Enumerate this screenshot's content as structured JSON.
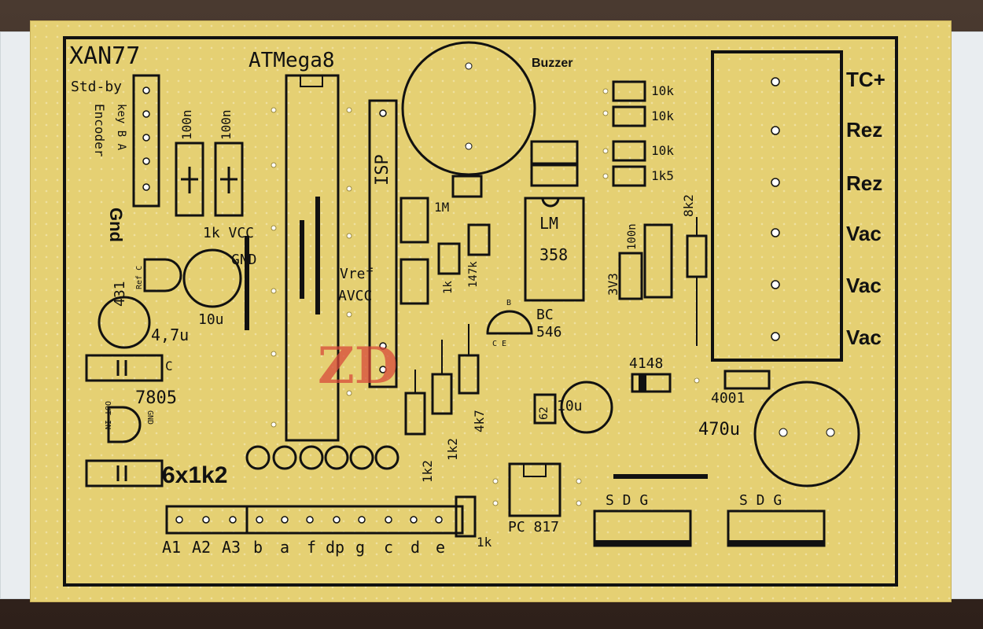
{
  "board": {
    "title": "XAN77",
    "standby": "Std-by",
    "key_b_a": "key B  A",
    "encoder": "Encoder",
    "gnd_left": "Gnd",
    "mcu": "ATMega8",
    "isp": "ISP",
    "buzzer": "Buzzer",
    "cap_100n_1": "100n",
    "cap_100n_2": "100n",
    "res_1k_vcc": "1k VCC",
    "gnd_mid": "GND",
    "vref": "Vref",
    "avcc": "AVCC",
    "ref_431": "431",
    "ref_431_pins": "Ref  C",
    "cap_10u_left": "10u",
    "cap_4_7u": "4,7u",
    "cap_c": "C",
    "reg_7805": "7805",
    "reg_pins": "OUT IN",
    "reg_gnd": "GND",
    "res_6x1k2": "6x1k2",
    "res_1m": "1M",
    "res_1k_small": "1k",
    "res_147k": "147k",
    "opamp_lm": "LM",
    "opamp_358": "358",
    "transistor_bc": "BC",
    "transistor_546": "546",
    "transistor_pins_b": "B",
    "transistor_pins_ce": "C  E",
    "res_1k2_a": "1k2",
    "res_1k2_b": "1k2",
    "res_4k7": "4k7",
    "zener_62": "62",
    "cap_10u_mid": "10u",
    "diode_4148": "4148",
    "diode_4001": "4001",
    "cap_470u": "470u",
    "res_10k_1": "10k",
    "res_10k_2": "10k",
    "res_10k_3": "10k",
    "res_1k5": "1k5",
    "res_3v3": "3V3",
    "cap_100n_3": "100n",
    "res_8k2": "8k2",
    "term_tc": "TC+",
    "term_rez1": "Rez",
    "term_rez2": "Rez",
    "term_vac1": "Vac",
    "term_vac2": "Vac",
    "term_vac3": "Vac",
    "opto": "PC 817",
    "res_1k_bottom": "1k",
    "mosfet1_pins": "S  D  G",
    "mosfet2_pins": "S  D  G",
    "header_labels": [
      "A1",
      "A2",
      "A3",
      "b",
      "a",
      "f",
      "dp",
      "g",
      "c",
      "d",
      "e"
    ],
    "stamp": "ZD"
  },
  "colors": {
    "board": "#e5d073",
    "silkscreen": "#111111",
    "stamp": "#d84a3a"
  }
}
